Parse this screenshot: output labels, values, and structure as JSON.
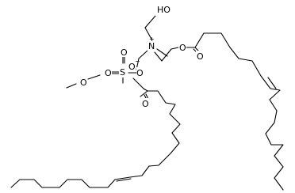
{
  "molecule": {
    "atoms": {
      "hydroxyl": "HO",
      "nitrogen": "N",
      "nitrogen_charge": "+",
      "ester_o_right": "O",
      "carbonyl_o_right": "O",
      "sulfur": "S",
      "sulfonate_o_top": "O",
      "sulfonate_o_bottom": "O",
      "sulfonate_o_minus": "O",
      "sulfonate_charge": "−",
      "methoxy_o": "O",
      "ester_o_left": "O",
      "carbonyl_o_left": "O"
    }
  }
}
